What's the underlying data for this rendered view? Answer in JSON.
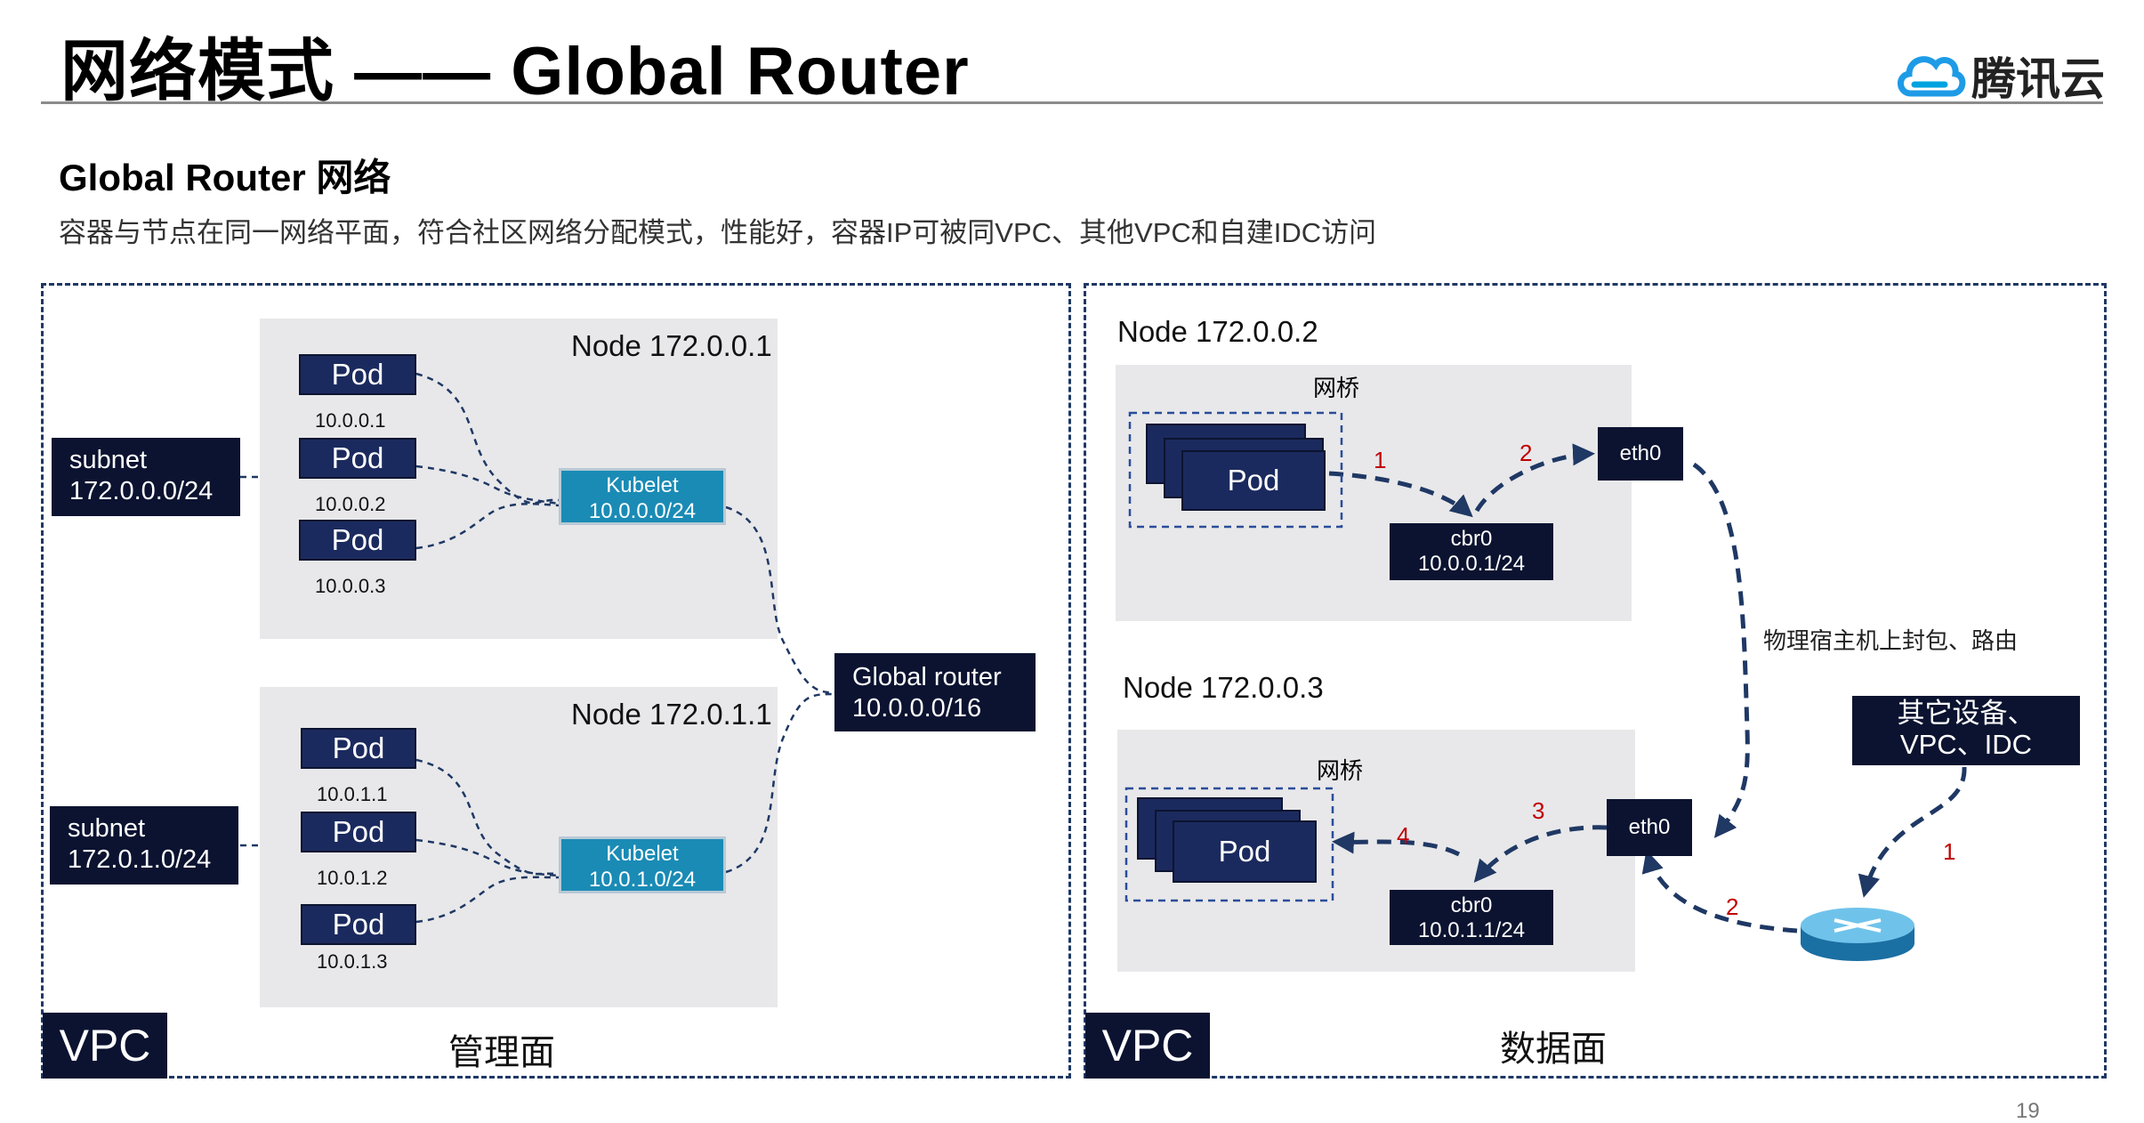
{
  "header": {
    "title": "网络模式 —— Global Router",
    "logo_text": "腾讯云",
    "page_number": "19"
  },
  "section": {
    "subtitle": "Global Router 网络",
    "description": "容器与节点在同一网络平面，符合社区网络分配模式，性能好，容器IP可被同VPC、其他VPC和自建IDC访问"
  },
  "management_plane": {
    "vpc_label": "VPC",
    "plane_label": "管理面",
    "subnets": [
      {
        "line1": "subnet",
        "line2": "172.0.0.0/24"
      },
      {
        "line1": "subnet",
        "line2": "172.0.1.0/24"
      }
    ],
    "nodes": [
      {
        "label": "Node 172.0.0.1",
        "pods": [
          {
            "label": "Pod",
            "ip": "10.0.0.1"
          },
          {
            "label": "Pod",
            "ip": "10.0.0.2"
          },
          {
            "label": "Pod",
            "ip": "10.0.0.3"
          }
        ],
        "kubelet": {
          "line1": "Kubelet",
          "line2": "10.0.0.0/24"
        }
      },
      {
        "label": "Node 172.0.1.1",
        "pods": [
          {
            "label": "Pod",
            "ip": "10.0.1.1"
          },
          {
            "label": "Pod",
            "ip": "10.0.1.2"
          },
          {
            "label": "Pod",
            "ip": "10.0.1.3"
          }
        ],
        "kubelet": {
          "line1": "Kubelet",
          "line2": "10.0.1.0/24"
        }
      }
    ],
    "global_router": {
      "line1": "Global router",
      "line2": "10.0.0.0/16"
    }
  },
  "data_plane": {
    "vpc_label": "VPC",
    "plane_label": "数据面",
    "nodes": [
      {
        "label": "Node  172.0.0.2",
        "bridge_label": "网桥",
        "pod_label": "Pod",
        "cbr": {
          "line1": "cbr0",
          "line2": "10.0.0.1/24"
        },
        "eth": "eth0",
        "steps": [
          "1",
          "2"
        ]
      },
      {
        "label": "Node  172.0.0.3",
        "bridge_label": "网桥",
        "pod_label": "Pod",
        "cbr": {
          "line1": "cbr0",
          "line2": "10.0.1.1/24"
        },
        "eth": "eth0",
        "steps": [
          "3",
          "4"
        ]
      }
    ],
    "host_routing_note": "物理宿主机上封包、路由",
    "other_devices": {
      "line1": "其它设备、",
      "line2": "VPC、IDC"
    },
    "router_steps": [
      "1",
      "2"
    ],
    "colors": {
      "arrow": "#1f3864",
      "step_number": "#c00000",
      "pod": "#1b2a5e",
      "kubelet": "#1a8bb5"
    }
  }
}
